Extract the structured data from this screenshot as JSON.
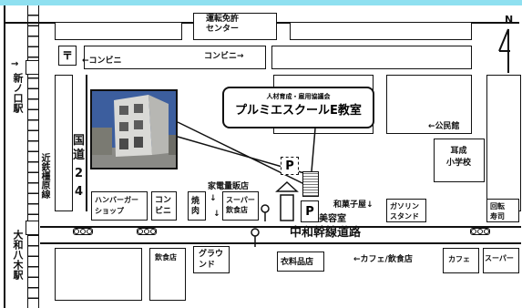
{
  "compass": {
    "label": "N"
  },
  "title_callout": {
    "subtitle": "人材育成・雇用協議会",
    "title": "プルミエスクールE教室"
  },
  "roads": {
    "main_road": "中和幹線道路",
    "national_route": "国道24",
    "route_char1": "国",
    "route_char2": "道",
    "route_num1": "2",
    "route_num2": "4"
  },
  "stations": {
    "shin_noguchi": "新ノ口駅",
    "yamato_yagi": "大和八木駅"
  },
  "railway": {
    "kintetsu_kashihara": "近鉄橿原線"
  },
  "labels": {
    "driving_school": "運転免許\nセンター",
    "convenience_left": "←コンビニ",
    "convenience_right": "コンビニ→",
    "community_hall": "←公民館",
    "elementary_school": "耳成\n小学校",
    "appliance_store": "家電量販店",
    "appliance_arrow": "↓",
    "hamburger": "ハンバーガー\nショップ",
    "convenience_store": "コン\nビニ",
    "yakiniku": "焼\n肉",
    "yakiniku_arrow": "↓",
    "supermarket": "スーパー\n飲食店",
    "supermarket_arrow": "↓",
    "wagashi": "和菓子屋↓",
    "beauty_salon": "美容室",
    "gas_station": "ガソリン\nスタンド",
    "kaiten_sushi": "回転\n寿司",
    "restaurant": "飲食店",
    "ground": "グラウ\nンド",
    "clothing": "衣料品店",
    "cafe_restaurant": "←カフェ/飲食店",
    "cafe": "カフェ",
    "supermarket2": "スーパー",
    "parking1": "P",
    "parking2": "P"
  },
  "icons": [
    "post-office-icon",
    "traffic-signal-icon",
    "person-marker-icon",
    "school-building-icon",
    "parking-icon",
    "target-building-icon"
  ]
}
